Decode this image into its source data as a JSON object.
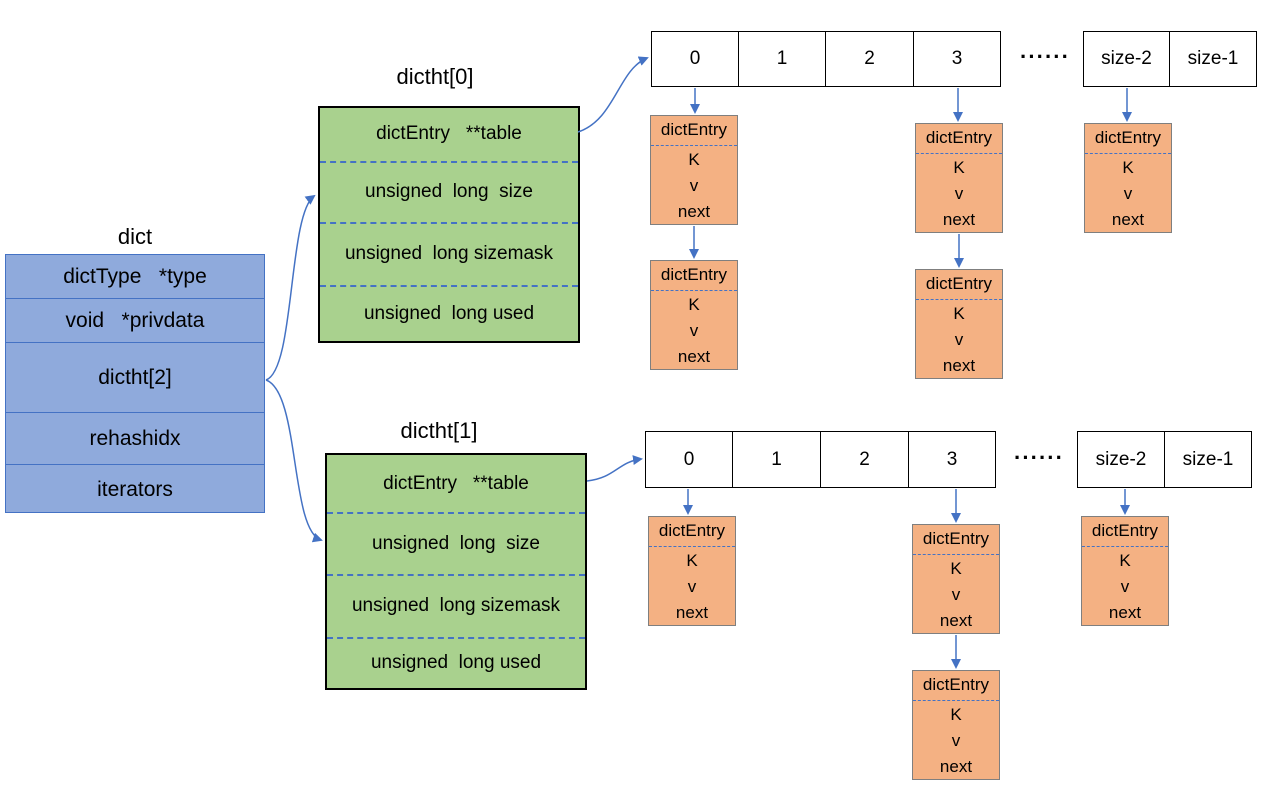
{
  "dict": {
    "title": "dict",
    "fields": [
      "dictType   *type",
      "void   *privdata",
      "dictht[2]",
      "rehashidx",
      "iterators"
    ]
  },
  "dictht": [
    {
      "title": "dictht[0]",
      "fields": [
        "dictEntry   **table",
        "unsigned  long  size",
        "unsigned  long sizemask",
        "unsigned  long used"
      ]
    },
    {
      "title": "dictht[1]",
      "fields": [
        "dictEntry   **table",
        "unsigned  long  size",
        "unsigned  long sizemask",
        "unsigned  long used"
      ]
    }
  ],
  "tables": [
    {
      "buckets": [
        "0",
        "1",
        "2",
        "3",
        "size-2",
        "size-1"
      ],
      "ellipsis": "······"
    },
    {
      "buckets": [
        "0",
        "1",
        "2",
        "3",
        "size-2",
        "size-1"
      ],
      "ellipsis": "······"
    }
  ],
  "entry": {
    "header": "dictEntry",
    "key": "K",
    "value": "v",
    "next": "next"
  },
  "colors": {
    "dict_fill": "#8faadc",
    "dictht_fill": "#a9d18e",
    "entry_fill": "#f4b183",
    "arrow": "#4472c4"
  }
}
